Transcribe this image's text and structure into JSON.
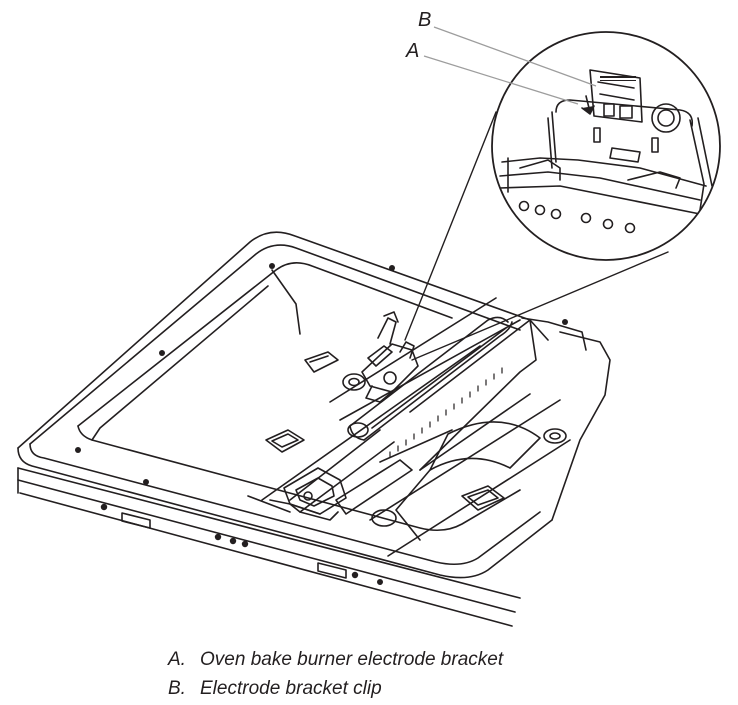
{
  "callouts": [
    {
      "letter": "A",
      "text": "Oven bake burner electrode bracket"
    },
    {
      "letter": "B",
      "text": "Electrode bracket clip"
    }
  ],
  "legend": [
    {
      "key": "A.",
      "text": "Oven bake burner electrode bracket"
    },
    {
      "key": "B.",
      "text": "Electrode bracket clip"
    }
  ],
  "colors": {
    "line": "#231f20",
    "leader": "#9d9d9d",
    "background": "#ffffff"
  }
}
